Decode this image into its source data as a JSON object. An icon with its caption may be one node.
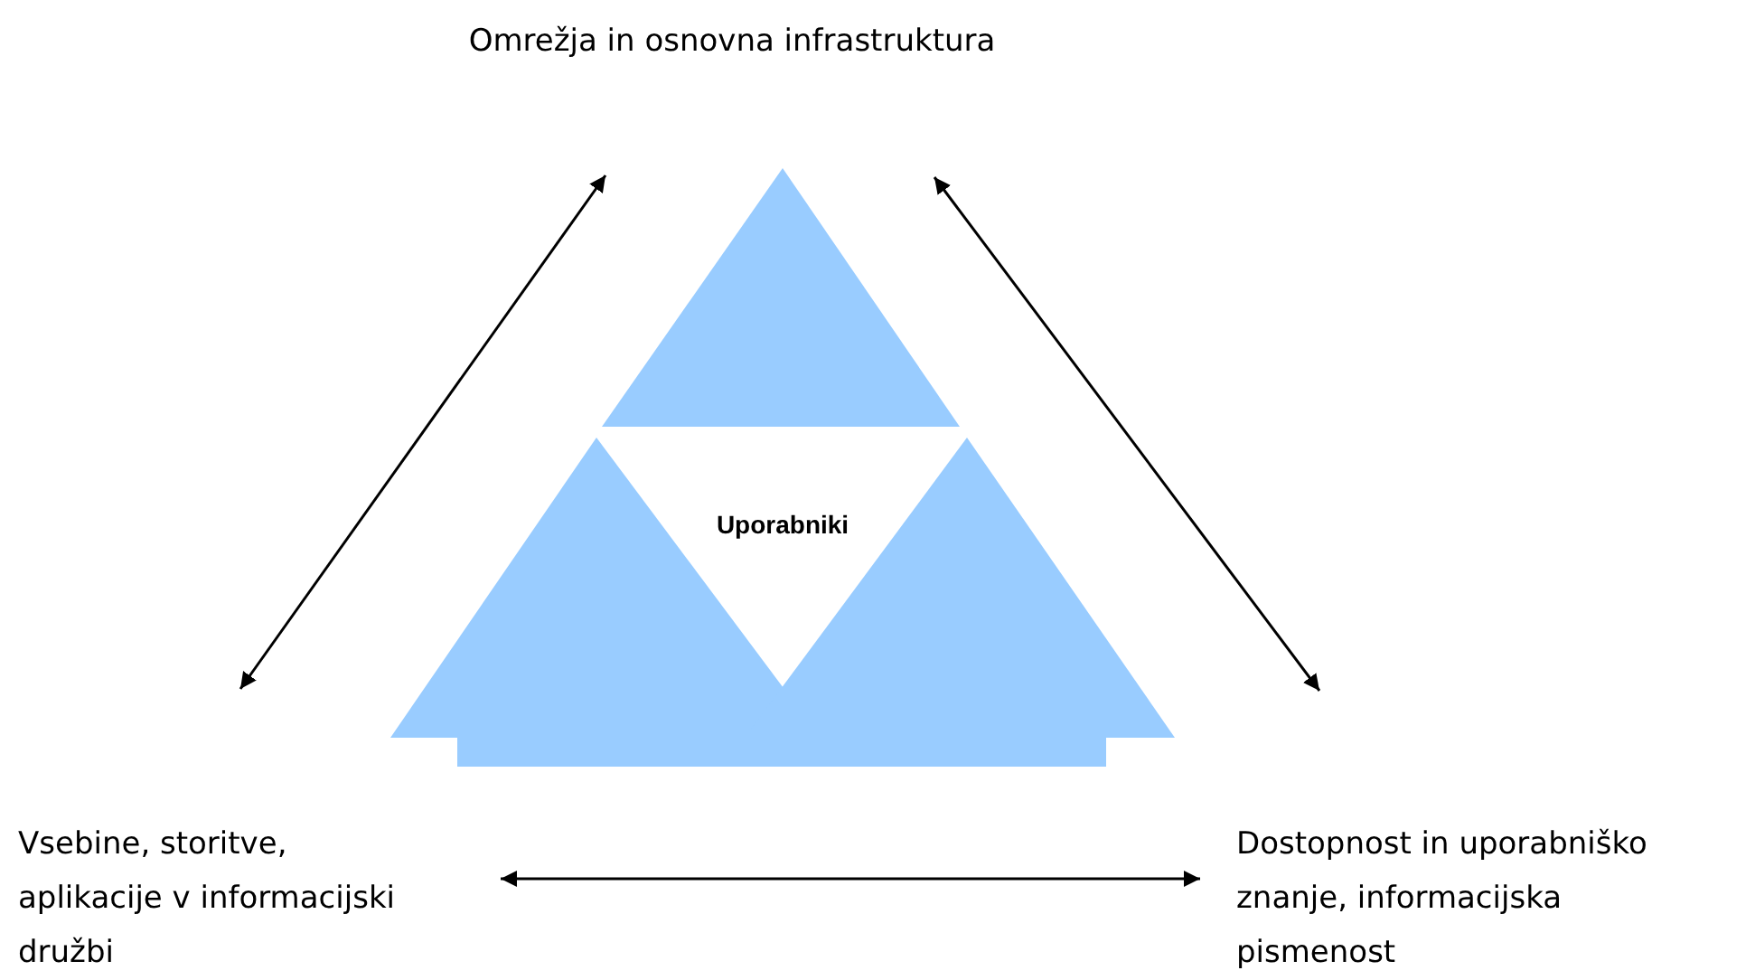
{
  "diagram": {
    "nodes": [
      {
        "text": [
          "Omrežja in osnovna infrastruktura"
        ]
      },
      {
        "text": [
          "Vsebine, storitve, aplikacije v informacijski družbi"
        ]
      },
      {
        "text": [
          "Dostopnost in uporabniško znanje, informacijska pismenost"
        ]
      },
      {
        "text": [
          "Uporabniki"
        ]
      }
    ],
    "edges": [
      {
        "from": 1,
        "to": 0,
        "arrow": "both"
      },
      {
        "from": 0,
        "to": 2,
        "arrow": "both"
      },
      {
        "from": 1,
        "to": 2,
        "arrow": "both"
      }
    ]
  }
}
